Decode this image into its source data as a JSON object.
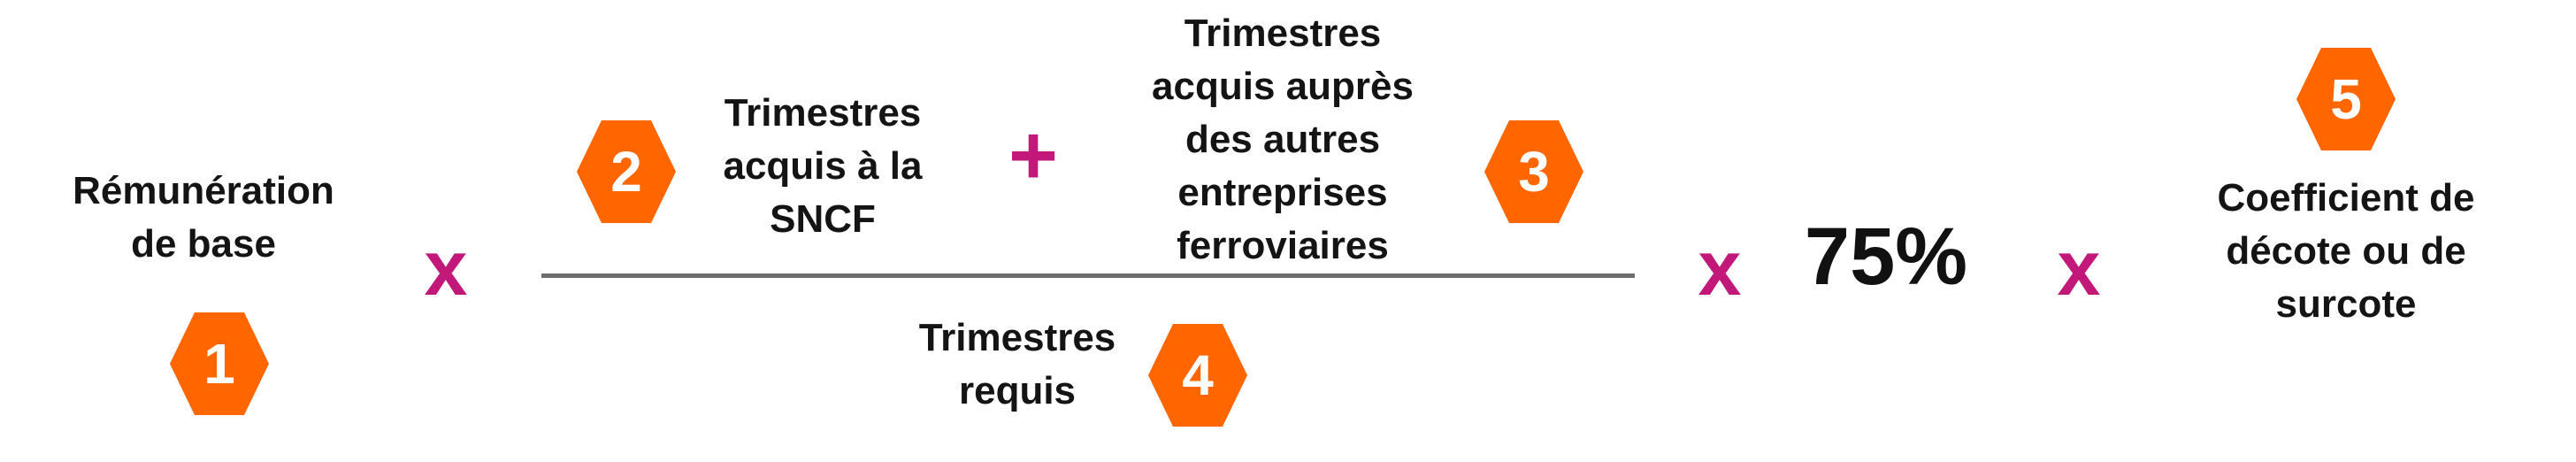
{
  "colors": {
    "badge": "#ff6600",
    "operator": "#c2187a",
    "text": "#141414",
    "fraction_line": "#6e6e6e"
  },
  "remuneration": {
    "label": "Rémunération\nde base",
    "badge": "1"
  },
  "numerator": {
    "sncf_label": "Trimestres\nacquis à la\nSNCF",
    "sncf_badge": "2",
    "plus": "+",
    "other_label": "Trimestres\nacquis auprès\ndes autres\nentreprises\nferroviaires",
    "other_badge": "3"
  },
  "denominator": {
    "label": "Trimestres\nrequis",
    "badge": "4"
  },
  "operators": {
    "times_1": "x",
    "times_2": "x",
    "times_3": "x"
  },
  "rate": "75%",
  "coefficient": {
    "label": "Coefficient de\ndécote ou de\nsurcote",
    "badge": "5"
  }
}
